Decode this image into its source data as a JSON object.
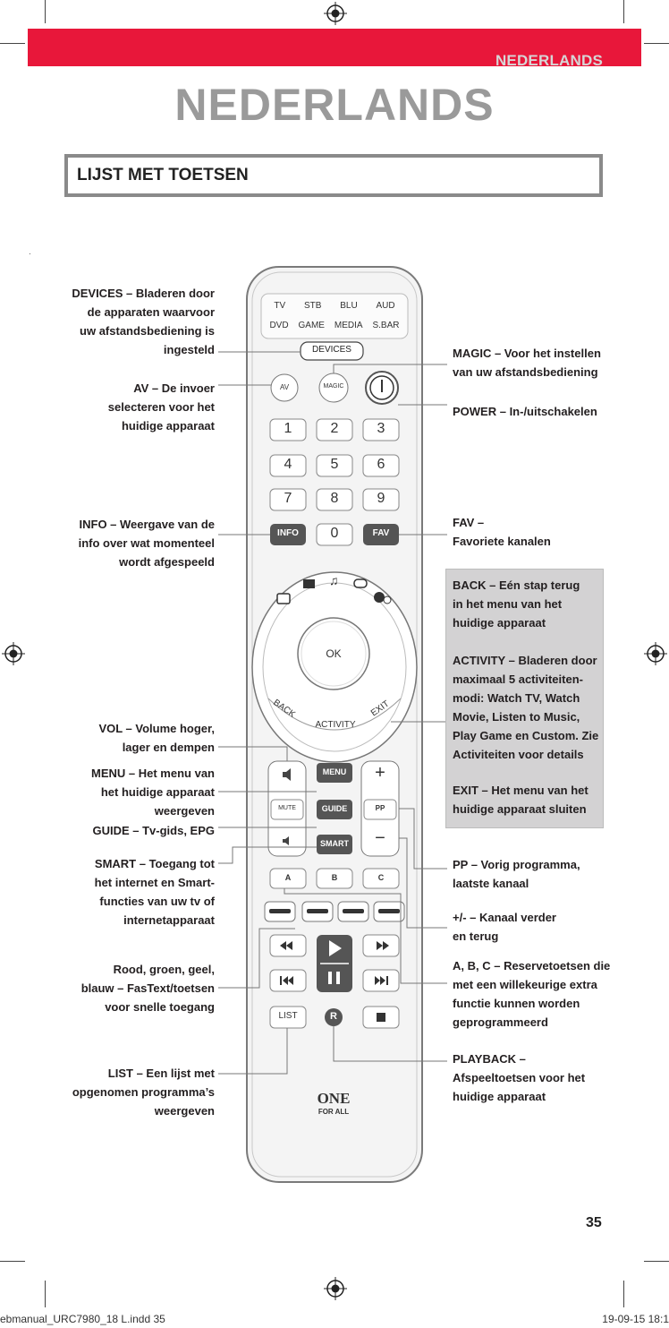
{
  "header": {
    "language_tab": "NEDERLANDS",
    "title": "NEDERLANDS"
  },
  "section": {
    "title": "LIJST MET TOETSEN",
    "stray_mark": "."
  },
  "labels_left": {
    "devices": "DEVICES – Bladeren door\nde apparaten waarvoor\nuw afstandsbediening is\ningesteld",
    "av": "AV – De invoer\nselecteren voor het\nhuidige apparaat",
    "info": "INFO – Weergave van de\ninfo over wat momenteel\nwordt afgespeeld",
    "vol": "VOL – Volume hoger,\nlager en dempen",
    "menu": "MENU – Het menu van\nhet huidige apparaat\nweergeven",
    "guide": "GUIDE – Tv-gids, EPG",
    "smart": "SMART – Toegang tot\nhet internet en Smart-\nfuncties van uw tv of\ninternetapparaat",
    "color": "Rood, groen, geel,\nblauw – FasText/toetsen\nvoor snelle toegang",
    "list": "LIST – Een lijst met\nopgenomen programma’s\nweergeven"
  },
  "labels_right": {
    "magic": "MAGIC – Voor het instellen\nvan uw afstandsbediening",
    "power": "POWER –  In-/uitschakelen",
    "fav": "FAV –\nFavoriete kanalen",
    "back": "BACK – Eén stap terug\nin het menu van het\nhuidige apparaat",
    "activity": "ACTIVITY – Bladeren door\nmaximaal 5 activiteiten-\nmodi: Watch TV, Watch\nMovie, Listen to Music,\nPlay Game en Custom. Zie\nActiviteiten voor details",
    "exit": "EXIT – Het menu van het\nhuidige apparaat sluiten",
    "pp": "PP – Vorig programma,\nlaatste kanaal",
    "plusminus": "+/- – Kanaal verder\nen terug",
    "abc": "A, B, C – Reservetoetsen die\nmet een willekeurige extra\nfunctie kunnen worden\ngeprogrammeerd",
    "playback": "PLAYBACK –\nAfspeeltoetsen voor het\nhuidige apparaat"
  },
  "remote": {
    "device_row1": [
      "TV",
      "STB",
      "BLU",
      "AUD"
    ],
    "device_row2": [
      "DVD",
      "GAME",
      "MEDIA",
      "S.BAR"
    ],
    "devices_btn": "DEVICES",
    "av_btn": "AV",
    "magic_btn": "MAGIC",
    "digits": [
      "1",
      "2",
      "3",
      "4",
      "5",
      "6",
      "7",
      "8",
      "9"
    ],
    "info_btn": "INFO",
    "zero_btn": "0",
    "fav_btn": "FAV",
    "ok_btn": "OK",
    "back_arc": "BACK",
    "activity_arc": "ACTIVITY",
    "exit_arc": "EXIT",
    "menu_btn": "MENU",
    "mute_btn": "MUTE",
    "guide_btn": "GUIDE",
    "smart_btn": "SMART",
    "pp_btn": "PP",
    "plus": "+",
    "minus": "−",
    "a_btn": "A",
    "b_btn": "B",
    "c_btn": "C",
    "list_btn": "LIST",
    "rec_btn": "R",
    "brand_line1": "ONE",
    "brand_line2": "FOR ALL",
    "colors": {
      "red": "#e8173a",
      "gray_border": "#8a8a8a"
    }
  },
  "page_number": "35",
  "footer": {
    "file": "ebmanual_URC7980_18 L.indd   35",
    "date": "19-09-15   18:1"
  }
}
